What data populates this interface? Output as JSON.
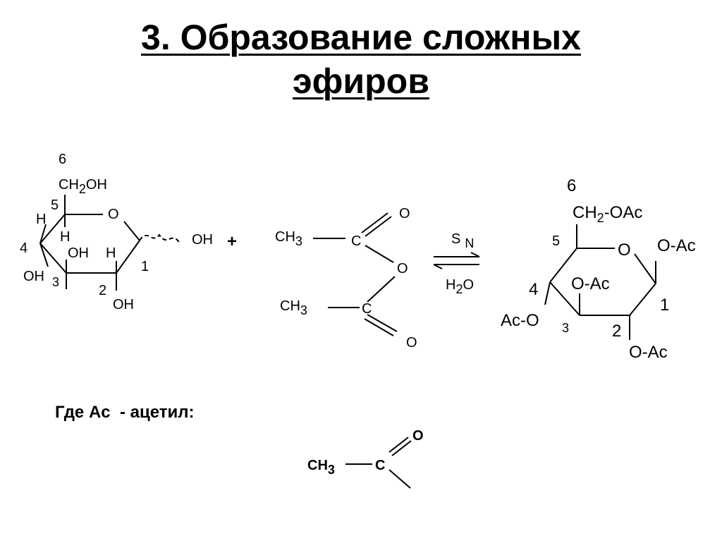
{
  "title": {
    "line1": "3. Образование сложных",
    "line2": "эфиров"
  },
  "glucose": {
    "c6_num": "6",
    "c6_group": "CH",
    "c6_sub": "2",
    "c6_oh": "OH",
    "c5_num": "5",
    "c5_h": "H",
    "ring_o": "O",
    "c4_num": "4",
    "c4_h": "H",
    "c4_oh": "OH",
    "c3_num": "3",
    "c3_oh": "OH",
    "c2_num": "2",
    "c2_h": "H",
    "c2_oh": "OH",
    "c1_num": "1",
    "c1_oh": "OH"
  },
  "plus": "+",
  "anhydride": {
    "ch3_top": "CH",
    "ch3_top_sub": "3",
    "c_top": "C",
    "o_top": "O",
    "o_bridge": "O",
    "ch3_bottom": "CH",
    "ch3_bottom_sub": "3",
    "c_bottom": "C",
    "o_bottom": "O"
  },
  "conditions": {
    "top_s": "S",
    "top_n": "N",
    "bottom_h": "H",
    "bottom_sub": "2",
    "bottom_o": "O"
  },
  "product": {
    "c6_num": "6",
    "c6_group": "CH",
    "c6_sub": "2",
    "c6_tail": "-OAc",
    "c5_num": "5",
    "ring_o": "O",
    "c1_oac": "O-Ac",
    "c3_oac": "O-Ac",
    "c4_num": "4",
    "c4_acO": "Ac-O",
    "c3_num": "3",
    "c1_num": "1",
    "c2_num": "2",
    "c2_oac": "O-Ac"
  },
  "footer": {
    "where_text": "Где Ac  - ацетил:",
    "acetyl_ch": "CH",
    "acetyl_sub": "3",
    "acetyl_c": "C",
    "acetyl_o": "O"
  }
}
